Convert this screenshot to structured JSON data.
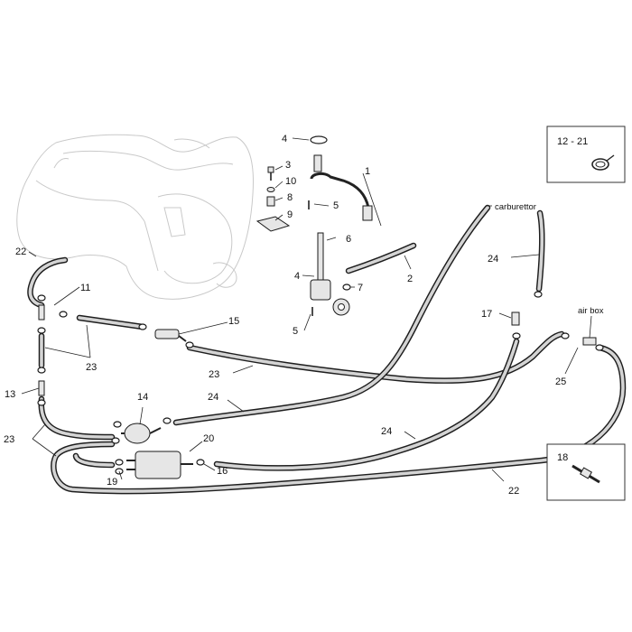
{
  "diagram": {
    "callouts": {
      "c1": "1",
      "c2": "2",
      "c3": "3",
      "c4a": "4",
      "c4b": "4",
      "c5a": "5",
      "c5b": "5",
      "c6": "6",
      "c7": "7",
      "c8": "8",
      "c9": "9",
      "c10": "10",
      "c11": "11",
      "c13": "13",
      "c14": "14",
      "c15": "15",
      "c16": "16",
      "c17": "17",
      "c19": "19",
      "c20": "20",
      "c22a": "22",
      "c22b": "22",
      "c23a": "23",
      "c23b": "23",
      "c23c": "23",
      "c24a": "24",
      "c24b": "24",
      "c24c": "24",
      "c25": "25"
    },
    "text_labels": {
      "carburettor": "carburettor",
      "air_box": "air box"
    },
    "insets": {
      "clamp_range": "12 - 21",
      "connector": "18"
    }
  }
}
